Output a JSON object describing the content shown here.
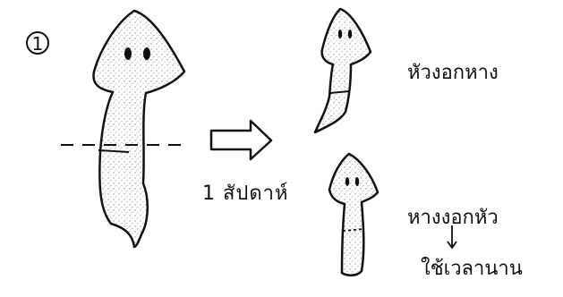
{
  "step_number": "1",
  "arrow_caption": "1 สัปดาห์",
  "top_result_label": "หัวงอกหาง",
  "bottom_result_label": "หางงอกหัว",
  "bottom_result_note": "ใช้เวลานาน",
  "colors": {
    "ink": "#111111",
    "stipple": "#555555",
    "paper": "#ffffff"
  }
}
